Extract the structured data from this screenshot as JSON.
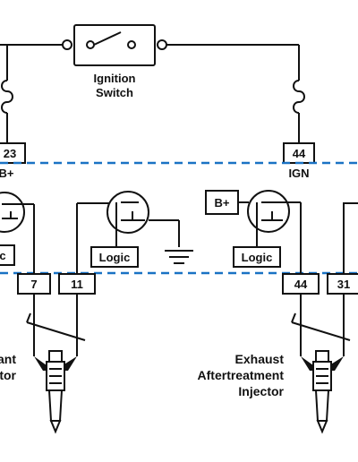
{
  "switch_label": [
    "Ignition",
    "Switch"
  ],
  "connectors": {
    "left_top_pin": "23",
    "left_top_label": "B+",
    "right_top_pin": "44",
    "right_top_label": "IGN",
    "bottom_pins": [
      "7",
      "11",
      "44",
      "31"
    ]
  },
  "logic_label": "Logic",
  "bplus_label": "B+",
  "left_injector_label": [
    "ant",
    "ctor"
  ],
  "right_injector_label": [
    "Exhaust",
    "Aftertreatment",
    "Injector"
  ],
  "colors": {
    "line": "#111111",
    "dashed_boundary": "#1a72c4"
  }
}
